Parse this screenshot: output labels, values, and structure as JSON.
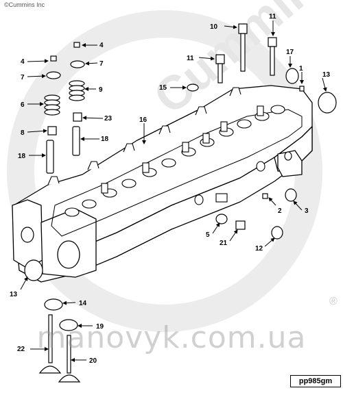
{
  "copyright": "©Cummins Inc",
  "watermark_text": "manovyk.com.ua",
  "logo_text": "Cummins",
  "registered_mark": "®",
  "figure_id": "pp985gm",
  "callouts": [
    "1",
    "2",
    "3",
    "4",
    "4",
    "5",
    "6",
    "7",
    "7",
    "8",
    "9",
    "10",
    "11",
    "11",
    "12",
    "13",
    "13",
    "14",
    "15",
    "16",
    "17",
    "18",
    "18",
    "19",
    "20",
    "21",
    "22",
    "23"
  ]
}
